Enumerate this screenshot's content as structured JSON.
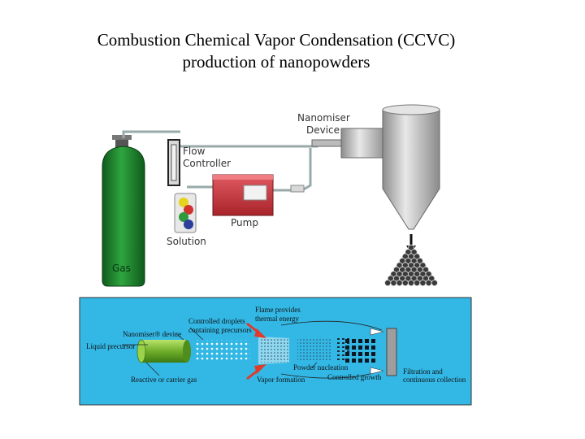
{
  "title": {
    "line1": "Combustion Chemical Vapor Condensation (CCVC)",
    "line2": "production of nanopowders"
  },
  "apparatus": {
    "gas": "Gas",
    "flow_controller_1": "Flow",
    "flow_controller_2": "Controller",
    "pump": "Pump",
    "solution": "Solution",
    "nanomiser_1": "Nanomiser",
    "nanomiser_2": "Device"
  },
  "process": {
    "liquid_precursor": "Liquid precursor",
    "nanomiser_device": "Nanomiser® device",
    "reactive_gas": "Reactive or carrier gas",
    "droplets_1": "Controlled droplets",
    "droplets_2": "containing precursors",
    "flame_1": "Flame provides",
    "flame_2": "thermal energy",
    "vapor_formation": "Vapor formation",
    "powder_nucleation": "Powder nucleation",
    "controlled_growth": "Controlled growth",
    "filtration_1": "Filtration and",
    "filtration_2": "continuous collection"
  },
  "colors": {
    "cylinder": "#1f8a2e",
    "pump": "#c8323a",
    "process_bg": "#33b8e6",
    "arrow": "#e03a2a"
  }
}
